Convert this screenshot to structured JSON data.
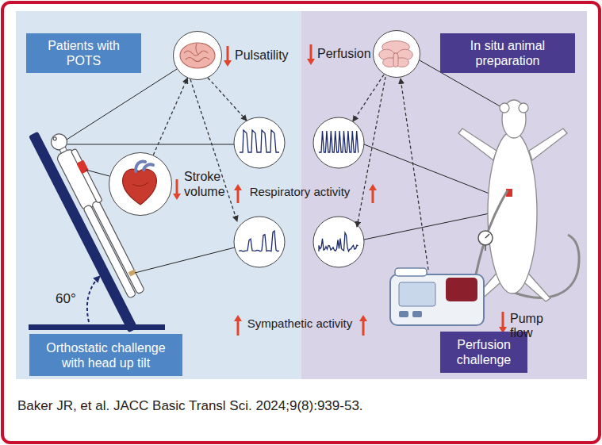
{
  "diagram": {
    "caption": "Baker JR, et al. JACC Basic Transl Sci. 2024;9(8):939-53.",
    "nodes": [
      {
        "text": [
          "Patients with POTS"
        ]
      },
      {
        "text": [
          "Pulsatility"
        ]
      },
      {
        "text": [
          "Stroke volume"
        ]
      },
      {
        "text": [
          "Perfusion"
        ]
      },
      {
        "text": [
          "In situ animal preparation"
        ]
      },
      {
        "text": [
          "Orthostatic challenge with head up tilt"
        ]
      },
      {
        "text": [
          "Perfusion challenge"
        ]
      }
    ],
    "edges": [
      {
        "from": 2,
        "to": 1,
        "arrow": "to"
      }
    ],
    "labels": [
      "Respiratory activity",
      "Sympathetic activity",
      "Pump flow",
      "60°"
    ]
  }
}
